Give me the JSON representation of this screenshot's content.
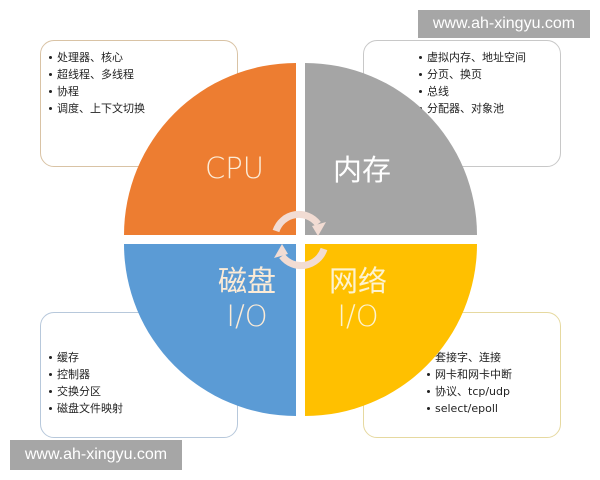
{
  "watermark": {
    "text": "www.ah-xingyu.com"
  },
  "colors": {
    "cpu": "#ED7D31",
    "memory": "#A5A5A5",
    "disk_io": "#5B9BD5",
    "network_io": "#FFC000",
    "label_text": "#FCEBD6",
    "cycle_arrows": "#F2DCD3"
  },
  "quadrants": {
    "cpu": {
      "label": "CPU"
    },
    "memory": {
      "label": "内存"
    },
    "disk_io": {
      "label_line1": "磁盘",
      "label_line2": "I/O"
    },
    "network_io": {
      "label_line1": "网络",
      "label_line2": "I/O"
    }
  },
  "boxes": {
    "cpu": {
      "items": [
        "处理器、核心",
        "超线程、多线程",
        "协程",
        "调度、上下文切换"
      ]
    },
    "memory": {
      "items": [
        "虚拟内存、地址空间",
        "分页、换页",
        "总线",
        "分配器、对象池"
      ]
    },
    "disk_io": {
      "items": [
        "缓存",
        "控制器",
        "交换分区",
        "磁盘文件映射"
      ]
    },
    "network_io": {
      "items": [
        "套接字、连接",
        "网卡和网卡中断",
        "协议、tcp/udp",
        "select/epoll"
      ]
    }
  }
}
